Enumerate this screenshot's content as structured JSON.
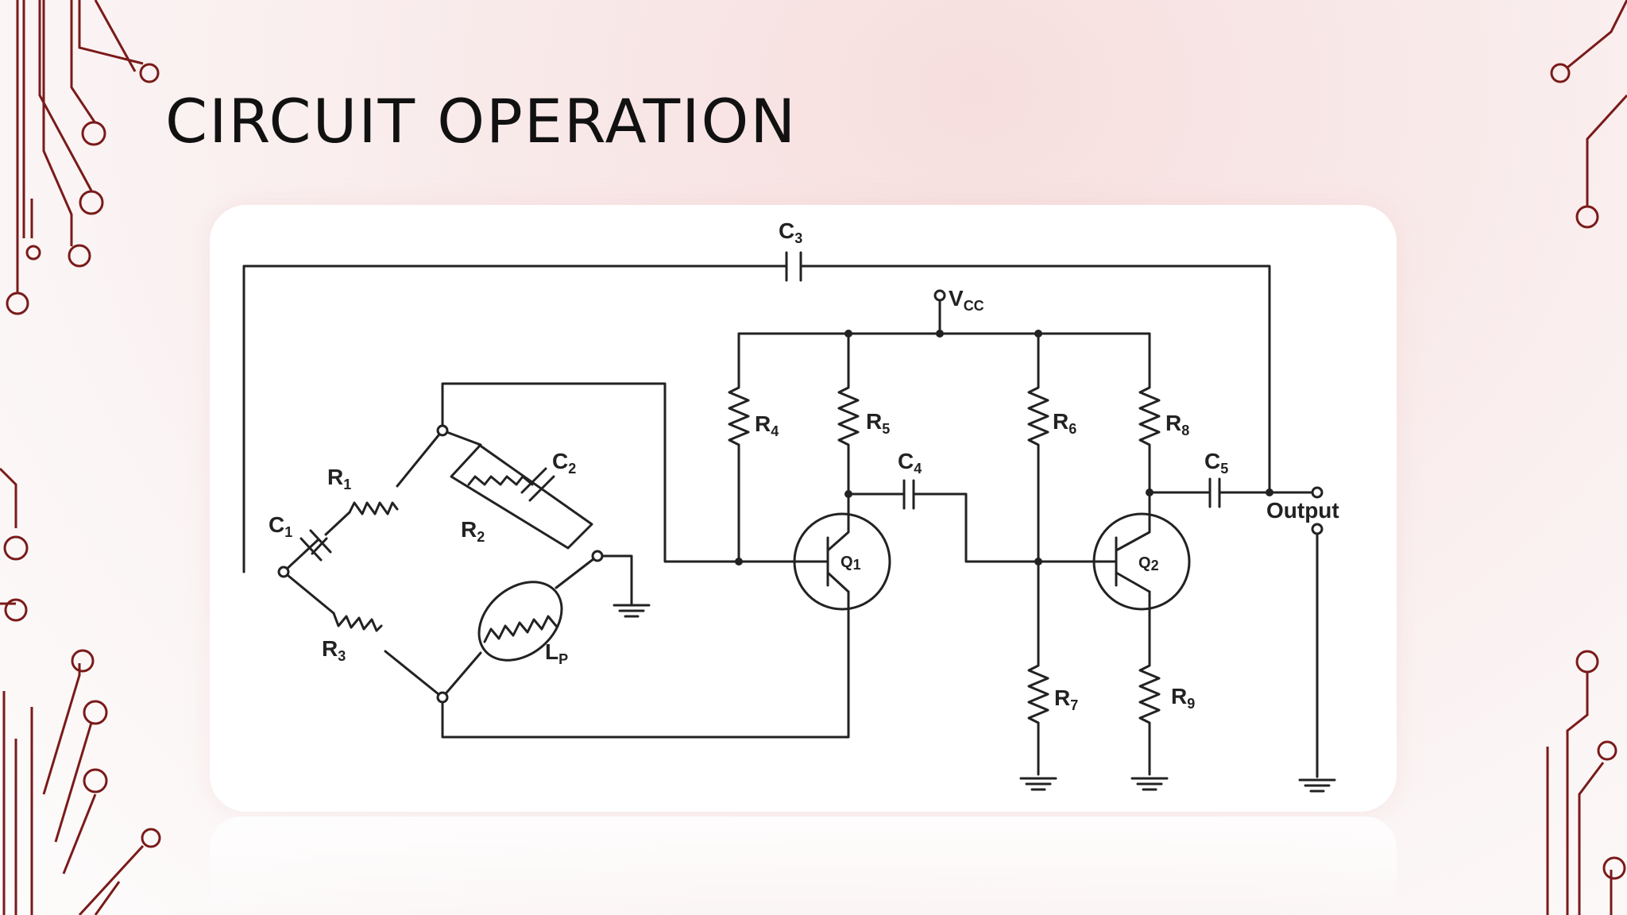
{
  "slide": {
    "title": "CIRCUIT OPERATION"
  },
  "diagram": {
    "supply_label": "V",
    "supply_sub": "CC",
    "output_label": "Output",
    "components": [
      {
        "name": "C",
        "sub": "1",
        "kind": "capacitor"
      },
      {
        "name": "C",
        "sub": "2",
        "kind": "capacitor"
      },
      {
        "name": "C",
        "sub": "3",
        "kind": "capacitor"
      },
      {
        "name": "C",
        "sub": "4",
        "kind": "capacitor"
      },
      {
        "name": "C",
        "sub": "5",
        "kind": "capacitor"
      },
      {
        "name": "R",
        "sub": "1",
        "kind": "resistor"
      },
      {
        "name": "R",
        "sub": "2",
        "kind": "resistor"
      },
      {
        "name": "R",
        "sub": "3",
        "kind": "resistor"
      },
      {
        "name": "R",
        "sub": "4",
        "kind": "resistor"
      },
      {
        "name": "R",
        "sub": "5",
        "kind": "resistor"
      },
      {
        "name": "R",
        "sub": "6",
        "kind": "resistor"
      },
      {
        "name": "R",
        "sub": "7",
        "kind": "resistor"
      },
      {
        "name": "R",
        "sub": "8",
        "kind": "resistor"
      },
      {
        "name": "R",
        "sub": "9",
        "kind": "resistor"
      },
      {
        "name": "L",
        "sub": "P",
        "kind": "lamp"
      },
      {
        "name": "Q",
        "sub": "1",
        "kind": "transistor"
      },
      {
        "name": "Q",
        "sub": "2",
        "kind": "transistor"
      }
    ]
  },
  "colors": {
    "circuit_trace": "#7a1a1a",
    "wire": "#222222"
  }
}
